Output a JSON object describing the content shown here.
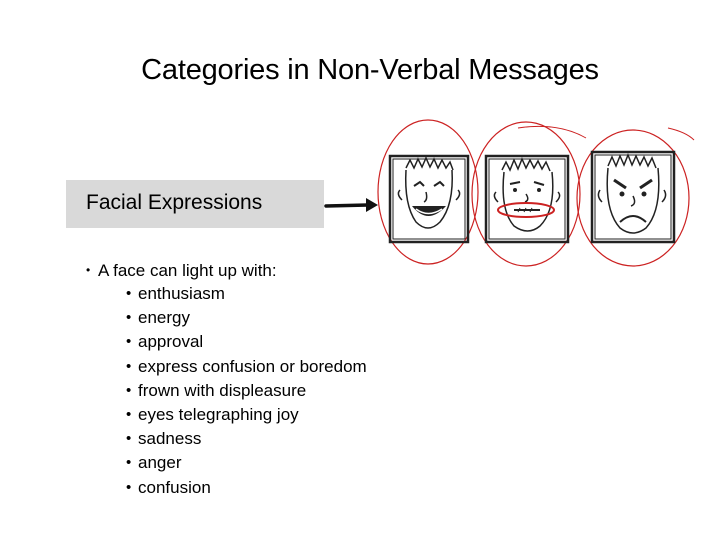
{
  "slide": {
    "title": "Categories in Non-Verbal Messages",
    "section_label": "Facial Expressions",
    "intro": "A face can light up with:",
    "items": [
      "enthusiasm",
      "energy",
      "approval",
      "express confusion or boredom",
      "frown with displeasure",
      "eyes telegraphing joy",
      "sadness",
      "anger",
      "confusion"
    ]
  },
  "icons": {
    "arrow": "arrow-right-icon",
    "faces": [
      "happy-face-icon",
      "confused-face-icon",
      "angry-face-icon"
    ]
  },
  "colors": {
    "highlight_box": "#d9d9d9",
    "circle_annotation": "#cc2222",
    "sketch": "#222222"
  }
}
